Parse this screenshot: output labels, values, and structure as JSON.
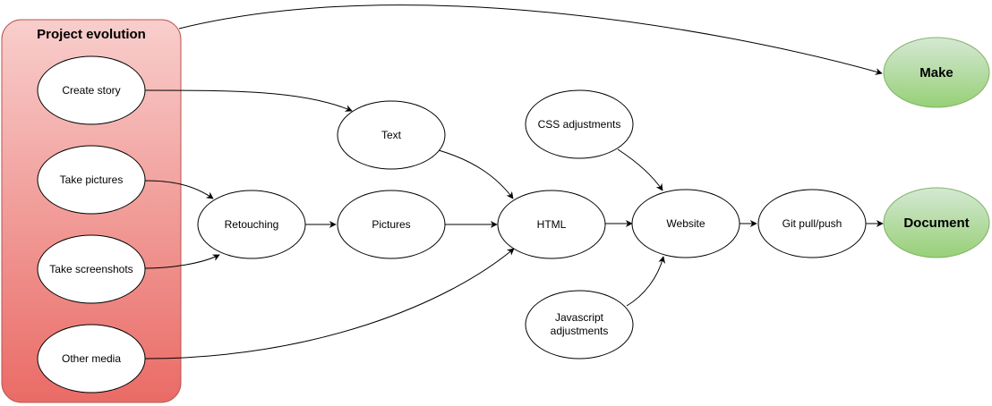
{
  "group": {
    "title": "Project evolution"
  },
  "nodes": {
    "create_story": "Create story",
    "take_pictures": "Take pictures",
    "take_screenshots": "Take screenshots",
    "other_media": "Other media",
    "text": "Text",
    "retouching": "Retouching",
    "pictures": "Pictures",
    "html": "HTML",
    "css_adjustments": "CSS adjustments",
    "javascript_adjustments": [
      "Javascript",
      "adjustments"
    ],
    "website": "Website",
    "git": "Git pull/push",
    "make": "Make",
    "document": "Document"
  },
  "colors": {
    "group_gradient_top": "#f8cecc",
    "group_gradient_bottom": "#ea6b66",
    "group_border": "#b85450",
    "terminal_gradient_top": "#d5e8d4",
    "terminal_gradient_bottom": "#97d077",
    "terminal_border": "#82b366"
  }
}
